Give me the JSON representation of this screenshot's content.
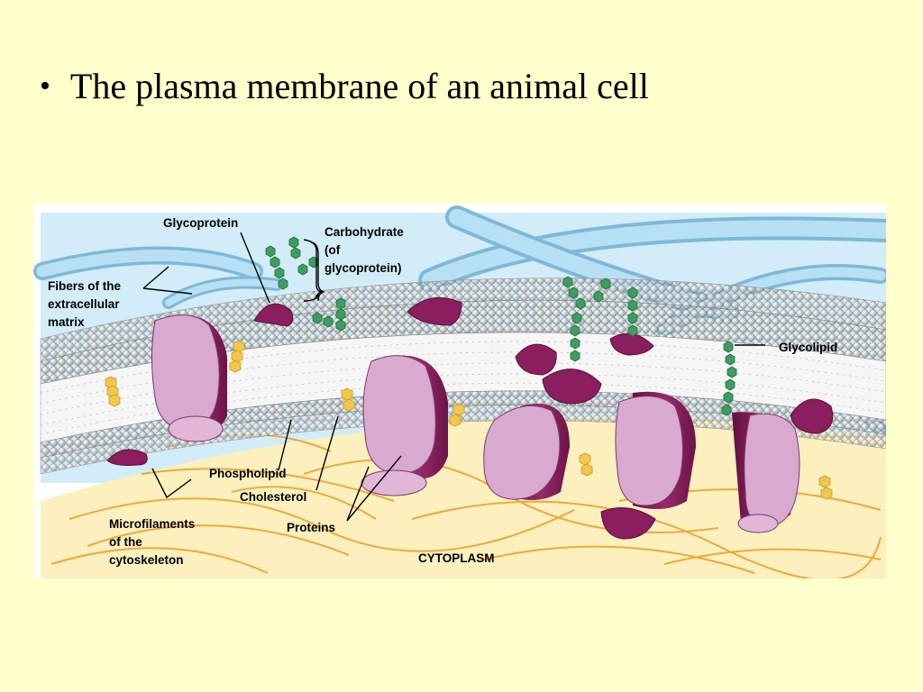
{
  "slide": {
    "bullet": "•",
    "title": "The plasma membrane of an animal cell"
  },
  "labels": {
    "glycoprotein": "Glycoprotein",
    "carbohydrate": "Carbohydrate\n(of\nglycoprotein)",
    "fibers": "Fibers of the\nextracellular\nmatrix",
    "glycolipid": "Glycolipid",
    "phospholipid": "Phospholipid",
    "cholesterol": "Cholesterol",
    "microfilaments": "Microfilaments\nof the\ncytoskeleton",
    "proteins": "Proteins",
    "cytoplasm": "CYTOPLASM"
  },
  "colors": {
    "background": "#FFFFCC",
    "extracellular": "#D2ECF8",
    "cytoplasm": "#FBF0BE",
    "fiber": "#A8D8F0",
    "protein_light": "#D9A9CF",
    "protein_dark": "#8B1E5E",
    "carbohydrate": "#3E9E62",
    "cholesterol": "#F2C84A",
    "microfilament": "#EFA93A"
  }
}
